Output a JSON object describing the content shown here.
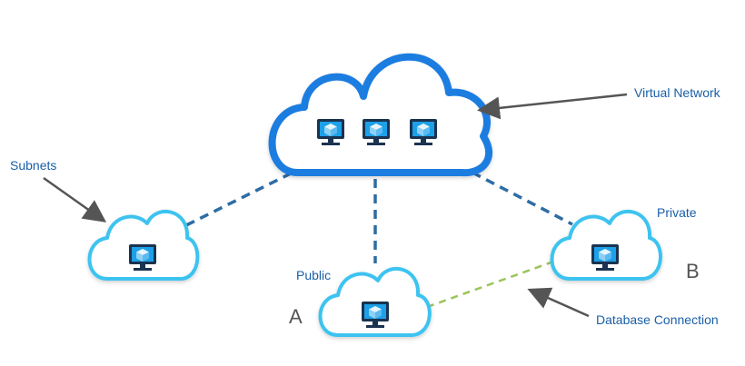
{
  "labels": {
    "virtual_network": "Virtual Network",
    "subnets": "Subnets",
    "private": "Private",
    "public": "Public",
    "database_connection": "Database Connection",
    "a": "A",
    "b": "B"
  },
  "colors": {
    "main_cloud": "#1f7de0",
    "small_cloud": "#3cc3f0",
    "link_dash": "#2e6da4",
    "db_link_dash": "#9bc45a",
    "label_text": "#1a5fa8",
    "arrow": "#555555",
    "monitor": "#1a3350",
    "screen": "#1da0e8",
    "cube": "#bfe6ff"
  },
  "icons": [
    "cloud-icon",
    "vm-monitor-icon",
    "arrow-icon"
  ]
}
